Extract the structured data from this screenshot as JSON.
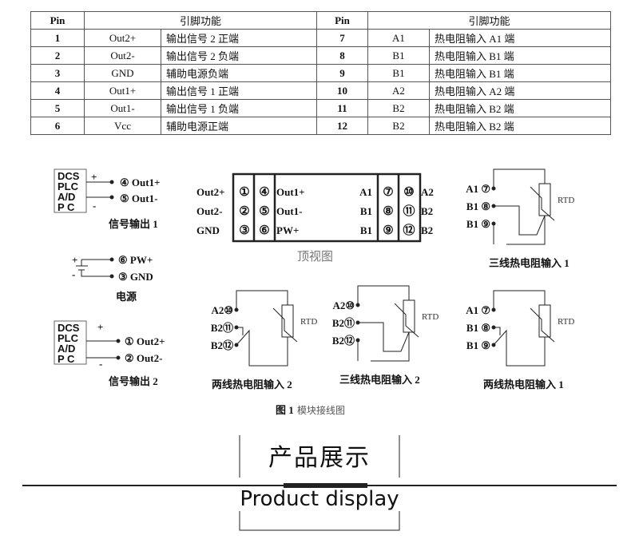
{
  "table": {
    "headers": [
      "Pin",
      "引脚功能",
      "Pin",
      "引脚功能"
    ],
    "rows": [
      {
        "pin": "1",
        "name": "Out2+",
        "desc": "输出信号 2 正端",
        "pin2": "7",
        "name2": "A1",
        "desc2": "热电阻输入 A1 端"
      },
      {
        "pin": "2",
        "name": "Out2-",
        "desc": "输出信号 2 负端",
        "pin2": "8",
        "name2": "B1",
        "desc2": "热电阻输入 B1 端"
      },
      {
        "pin": "3",
        "name": "GND",
        "desc": "辅助电源负端",
        "pin2": "9",
        "name2": "B1",
        "desc2": "热电阻输入 B1 端"
      },
      {
        "pin": "4",
        "name": "Out1+",
        "desc": "输出信号 1 正端",
        "pin2": "10",
        "name2": "A2",
        "desc2": "热电阻输入 A2 端"
      },
      {
        "pin": "5",
        "name": "Out1-",
        "desc": "输出信号 1 负端",
        "pin2": "11",
        "name2": "B2",
        "desc2": "热电阻输入 B2 端"
      },
      {
        "pin": "6",
        "name": "Vcc",
        "desc": "辅助电源正端",
        "pin2": "12",
        "name2": "B2",
        "desc2": "热电阻输入 B2 端"
      }
    ]
  },
  "diagram": {
    "sys_labels": [
      "DCS",
      "PLC",
      "A/D",
      "P  C"
    ],
    "plus": "+",
    "minus": "-",
    "out1": {
      "p": "④ Out1+",
      "m": "⑤ Out1-",
      "caption": "信号输出 1"
    },
    "power": {
      "p": "⑥ PW+",
      "m": "③ GND",
      "caption": "电源"
    },
    "out2": {
      "p": "① Out2+",
      "m": "② Out2-",
      "caption": "信号输出 2"
    },
    "top_view": {
      "left": [
        "Out2+",
        "Out2-",
        "GND"
      ],
      "col1": [
        "①",
        "②",
        "③"
      ],
      "col2": [
        "④",
        "⑤",
        "⑥"
      ],
      "inner_left": [
        "Out1+",
        "Out1-",
        "PW+"
      ],
      "inner_right": [
        "A1",
        "B1",
        "B1"
      ],
      "col3": [
        "⑦",
        "⑧",
        "⑨"
      ],
      "col4": [
        "⑩",
        "⑪",
        "⑫"
      ],
      "right": [
        "A2",
        "B2",
        "B2"
      ],
      "caption": "顶视图"
    },
    "rtd_label": "RTD",
    "three_wire_1": {
      "pins": [
        "A1 ⑦",
        "B1 ⑧",
        "B1 ⑨"
      ],
      "caption": "三线热电阻输入 1"
    },
    "two_wire_2": {
      "pins": [
        "A2⑩",
        "B2⑪",
        "B2⑫"
      ],
      "caption": "两线热电阻输入 2"
    },
    "three_wire_2": {
      "pins": [
        "A2⑩",
        "B2⑪",
        "B2⑫"
      ],
      "caption": "三线热电阻输入 2"
    },
    "two_wire_1": {
      "pins": [
        "A1 ⑦",
        "B1 ⑧",
        "B1 ⑨"
      ],
      "caption": "两线热电阻输入 1"
    },
    "figure_caption_num": "图 1",
    "figure_caption": "模块接线图"
  },
  "product": {
    "title_cn": "产品展示",
    "title_en": "Product display"
  }
}
